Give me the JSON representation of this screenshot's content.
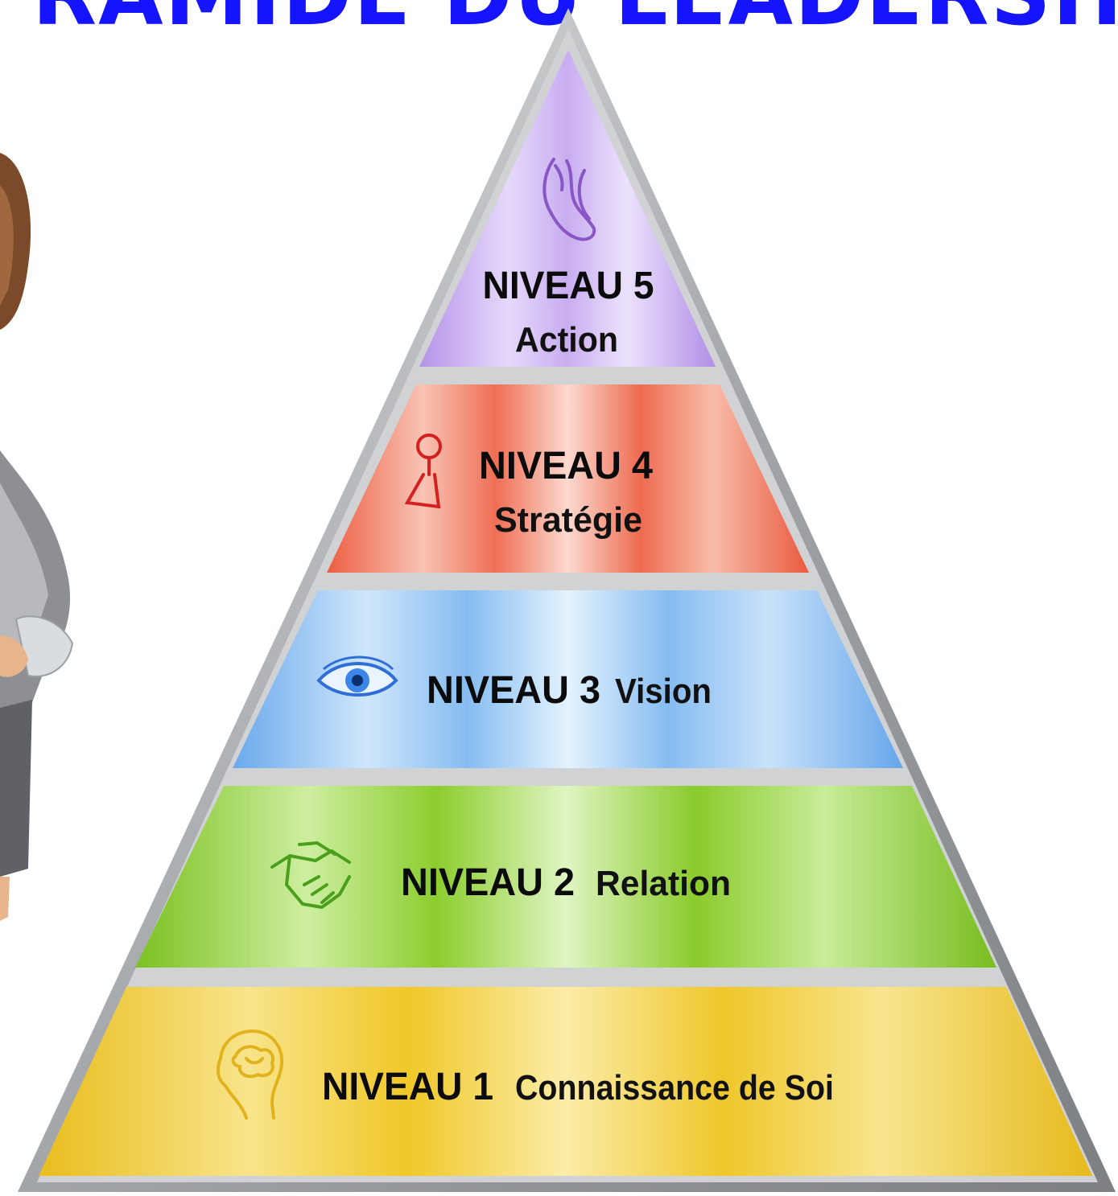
{
  "title": {
    "text": "RAMIDE DU LEADERSHI",
    "color": "#1414ff"
  },
  "levels": [
    {
      "number": "NIVEAU 1",
      "name": "Connaissance de Soi",
      "icon": "head-brain-icon",
      "color": "#f2cf2e"
    },
    {
      "number": "NIVEAU 2",
      "name": "Relation",
      "icon": "handshake-icon",
      "color": "#8fcf2f"
    },
    {
      "number": "NIVEAU 3",
      "name": "Vision",
      "icon": "eye-icon",
      "color": "#7fb7ef"
    },
    {
      "number": "NIVEAU 4",
      "name": "Stratégie",
      "icon": "key-pawn-icon",
      "color": "#f0745a"
    },
    {
      "number": "NIVEAU 5",
      "name": "Action",
      "icon": "foot-icon",
      "color": "#c6a8ee"
    }
  ],
  "colors": {
    "frame": "#a9acaf",
    "text": "#0b0b0b"
  }
}
